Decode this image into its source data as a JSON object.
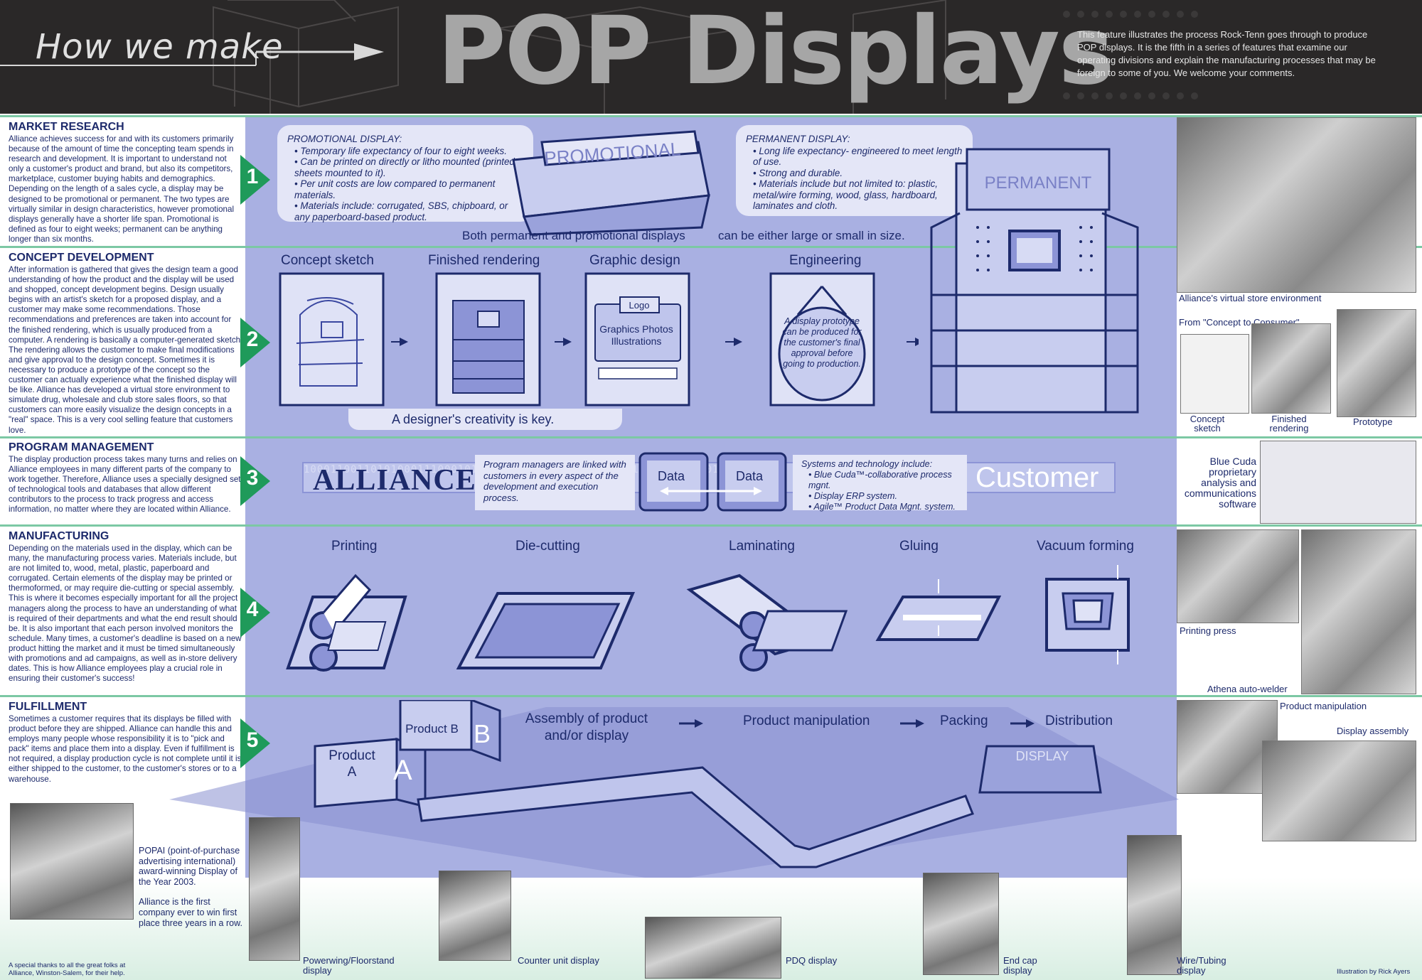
{
  "header": {
    "kicker": "How we make",
    "title": "POP Displays",
    "intro": "This feature illustrates the process Rock-Tenn goes through to produce POP displays. It is the fifth in a series of features that examine our operating divisions and explain the manufacturing processes that may be foreign to some of you. We welcome your comments."
  },
  "stages": [
    {
      "number": "1",
      "title": "MARKET RESEARCH",
      "body": "Alliance achieves success for and with its customers primarily because of the amount of time the concepting team spends in research and development. It is important to understand not only a customer's product and brand, but also its competitors, marketplace, customer buying habits and demographics. Depending on the length of a sales cycle, a display may be designed to be promotional or permanent. The two types are virtually similar in design characteristics, however promotional displays generally have a shorter life span. Promotional is defined as four to eight weeks; permanent can be anything longer than six months."
    },
    {
      "number": "2",
      "title": "CONCEPT DEVELOPMENT",
      "body": "After information is gathered that gives the design team a good understanding of how the product and the display will be used and shopped, concept development begins. Design usually begins with an artist's sketch for a proposed display, and a customer may make some recommendations. Those recommendations and preferences are taken into account for the finished rendering, which is usually produced from a computer. A rendering is basically a computer-generated sketch. The rendering allows the customer to make final modifications and give approval to the design concept. Sometimes it is necessary to produce a prototype of the concept so the customer can actually experience what the finished display will be like. Alliance has developed a virtual store environment to simulate drug, wholesale and club store sales floors, so that customers can more easily visualize the design concepts in a \"real\" space. This is a very cool selling feature that customers love."
    },
    {
      "number": "3",
      "title": "PROGRAM MANAGEMENT",
      "body": "The display production process takes many turns and relies on Alliance employees in many different parts of the company to work together. Therefore, Alliance uses a specially designed set of technological tools and databases that allow different contributors to the process to track progress and access information, no matter where they are located within Alliance."
    },
    {
      "number": "4",
      "title": "MANUFACTURING",
      "body": "Depending on the materials used in the display, which can be many, the manufacturing process varies. Materials include, but are not limited to, wood, metal, plastic, paperboard and corrugated. Certain elements of the display may be printed or thermoformed, or may require die-cutting or special assembly. This is where it becomes especially important for all the project managers along the process to have an understanding of what is required of their departments and what the end result should be. It is also important that each person involved monitors the schedule. Many times, a customer's deadline is based on a new product hitting the market and it must be timed simultaneously with promotions and ad campaigns, as well as in-store delivery dates. This is how Alliance employees play a crucial role in ensuring their customer's success!"
    },
    {
      "number": "5",
      "title": "FULFILLMENT",
      "body": "Sometimes a customer requires that its displays be filled with product before they are shipped. Alliance can handle this and employs many people whose responsibility it is to \"pick and pack\" items and place them into a display. Even if fulfillment is not required, a display production cycle is not complete until it is either shipped to the customer, to the customer's stores or to a warehouse."
    }
  ],
  "promo": {
    "head": "PROMOTIONAL DISPLAY:",
    "items": [
      "Temporary life expectancy of four to eight weeks.",
      "Can be printed on directly or litho mounted (printed sheets mounted to it).",
      "Per unit costs are low compared to permanent materials.",
      "Materials include: corrugated, SBS, chipboard, or any paperboard-based product."
    ],
    "box_label": "PROMOTIONAL"
  },
  "perm": {
    "head": "PERMANENT DISPLAY:",
    "items": [
      "Long life expectancy- engineered to meet length of use.",
      "Strong and durable.",
      "Materials include but not limited to: plastic, metal/wire forming, wood, glass, hardboard, laminates and cloth."
    ],
    "box_label": "PERMANENT"
  },
  "size_note_a": "Both permanent and promotional displays",
  "size_note_b": "can be either large or small in size.",
  "concept": {
    "steps": [
      "Concept sketch",
      "Finished rendering",
      "Graphic design",
      "Engineering"
    ],
    "graphic_logo": "Logo",
    "graphic_text": "Graphics Photos Illustrations",
    "engineering_text": "A display prototype can be produced for the customer's final approval before going to production.",
    "creativity": "A designer's creativity is key."
  },
  "program": {
    "logo": "ALLIANCE",
    "linked": "Program managers are linked with customers in every aspect of the development and execution process.",
    "data_left": "Data",
    "data_right": "Data",
    "systems_head": "Systems and technology include:",
    "systems": [
      "Blue Cuda™-collaborative process mgnt.",
      "Display ERP system.",
      "Agile™ Product Data Mgnt. system."
    ],
    "customer": "Customer",
    "binary": "1000110011010100011100010101110001001000110011010100011100010101110001"
  },
  "manufacturing": {
    "steps": [
      "Printing",
      "Die-cutting",
      "Laminating",
      "Gluing",
      "Vacuum forming"
    ]
  },
  "fulfillment": {
    "product_a": "Product A",
    "product_b": "Product B",
    "letter_a": "A",
    "letter_b": "B",
    "steps": [
      "Assembly of product and/or display",
      "Product manipulation",
      "Packing",
      "Distribution"
    ],
    "display_label": "DISPLAY"
  },
  "right_column": {
    "virtual_store": "Alliance's virtual store environment",
    "concept_to_consumer": "From \"Concept to Consumer\"",
    "concept_sketch": "Concept sketch",
    "finished_rendering": "Finished rendering",
    "prototype": "Prototype",
    "blue_cuda": "Blue Cuda proprietary analysis and communications software",
    "printing_press": "Printing press",
    "athena": "Athena auto-welder",
    "product_manipulation": "Product manipulation",
    "display_assembly": "Display assembly"
  },
  "bottom": {
    "popai": "POPAI (point-of-purchase advertising international) award-winning Display of the Year 2003.",
    "first": "Alliance is the first company ever to win first place three years in a row.",
    "thanks": "A special thanks to all the great folks at Alliance, Winston-Salem, for their help.",
    "credit": "Illustration by Rick Ayers",
    "captions": [
      "Powerwing/Floorstand display",
      "Counter unit display",
      "PDQ display",
      "End cap display",
      "Wire/Tubing display"
    ]
  },
  "colors": {
    "navy": "#1d2a6b",
    "panel": "#a9b0e2",
    "green": "#1f9a5a",
    "header": "#2a2828"
  }
}
